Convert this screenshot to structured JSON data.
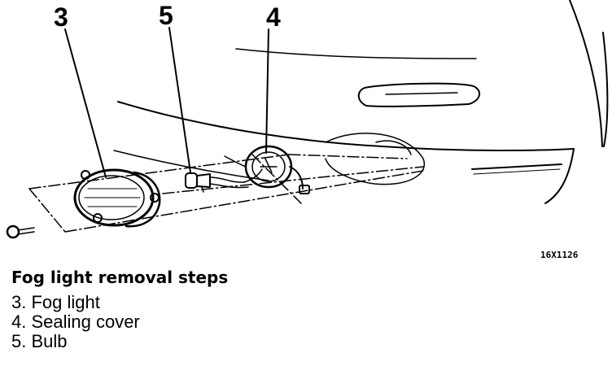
{
  "callouts": {
    "fog_light": "3",
    "sealing_cover": "4",
    "bulb": "5"
  },
  "figure_code": "16X1126",
  "caption": {
    "title": "Fog light removal steps",
    "steps": [
      "3. Fog light",
      "4. Sealing cover",
      "5. Bulb"
    ]
  }
}
